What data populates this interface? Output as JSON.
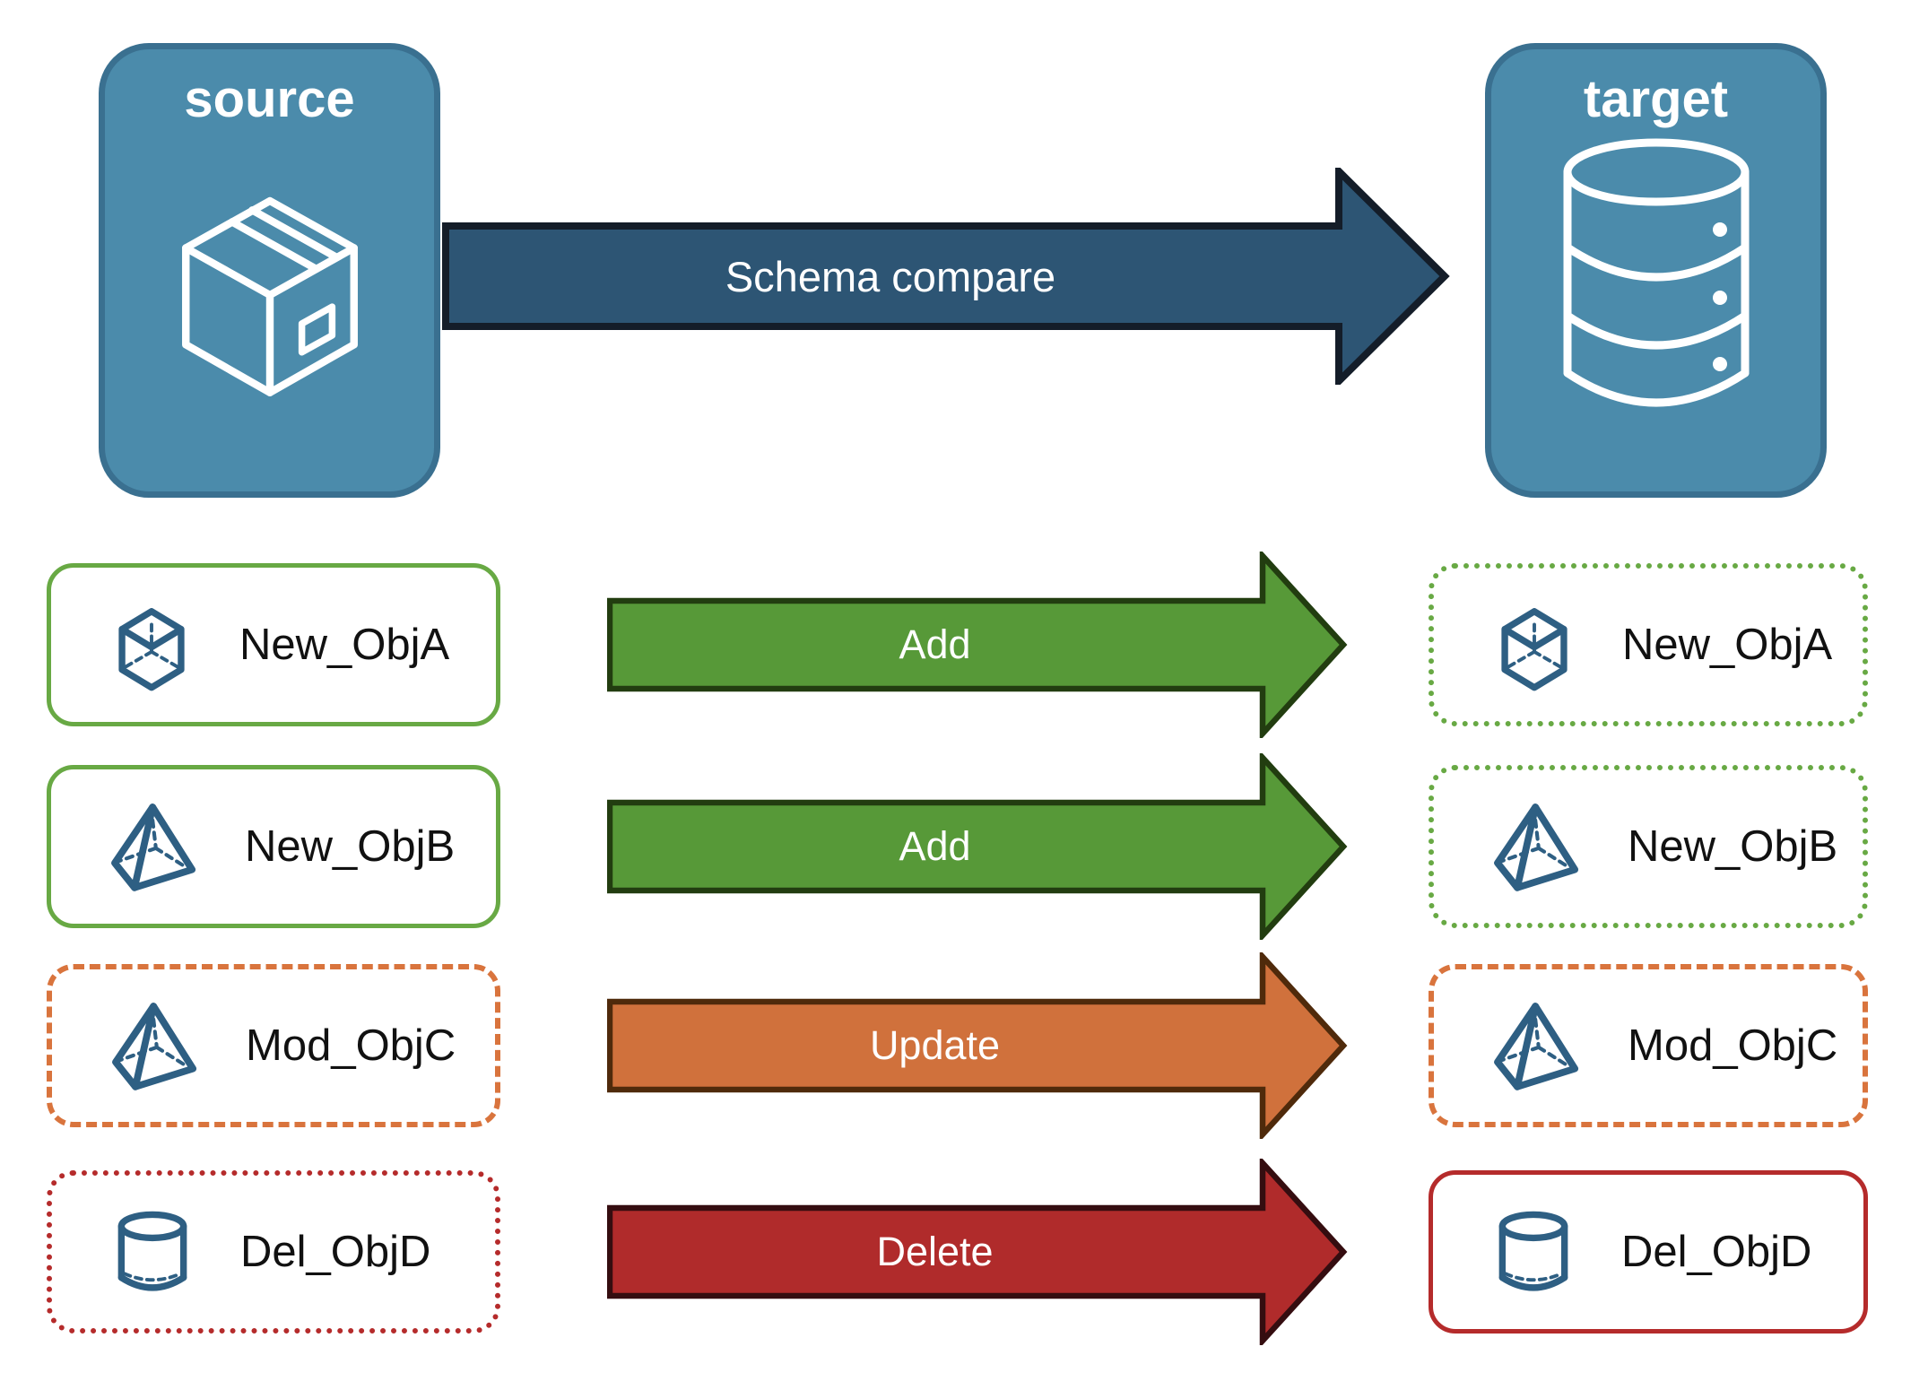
{
  "nodes": {
    "source": {
      "label": "source",
      "icon": "package-icon"
    },
    "target": {
      "label": "target",
      "icon": "database-icon"
    }
  },
  "main_arrow": {
    "label": "Schema compare"
  },
  "rows": [
    {
      "name": "New_ObjA",
      "icon": "cube-icon",
      "action": "Add",
      "source_border": "solid-green",
      "target_border": "dotted-green"
    },
    {
      "name": "New_ObjB",
      "icon": "pyramid-icon",
      "action": "Add",
      "source_border": "solid-green",
      "target_border": "dotted-green"
    },
    {
      "name": "Mod_ObjC",
      "icon": "pyramid-icon",
      "action": "Update",
      "source_border": "dashed-orange",
      "target_border": "dashed-orange"
    },
    {
      "name": "Del_ObjD",
      "icon": "cylinder-icon",
      "action": "Delete",
      "source_border": "dotted-red",
      "target_border": "solid-red"
    }
  ],
  "colors": {
    "node_fill": "#4B8BAB",
    "node_border": "#3A7090",
    "flow_arrow_fill": "#2D5574",
    "flow_arrow_stroke": "#141D29",
    "add_arrow_fill": "#579938",
    "add_arrow_stroke": "#223D10",
    "update_arrow_fill": "#D0713C",
    "update_arrow_stroke": "#4F2A0B",
    "delete_arrow_fill": "#B02B2B",
    "delete_arrow_stroke": "#350D10",
    "green_border": "#68A944",
    "orange_border": "#D9743D",
    "red_border": "#B52B2B",
    "icon_stroke": "#2E5F83",
    "label_text": "#111111",
    "arrow_text": "#FFFFFF"
  }
}
